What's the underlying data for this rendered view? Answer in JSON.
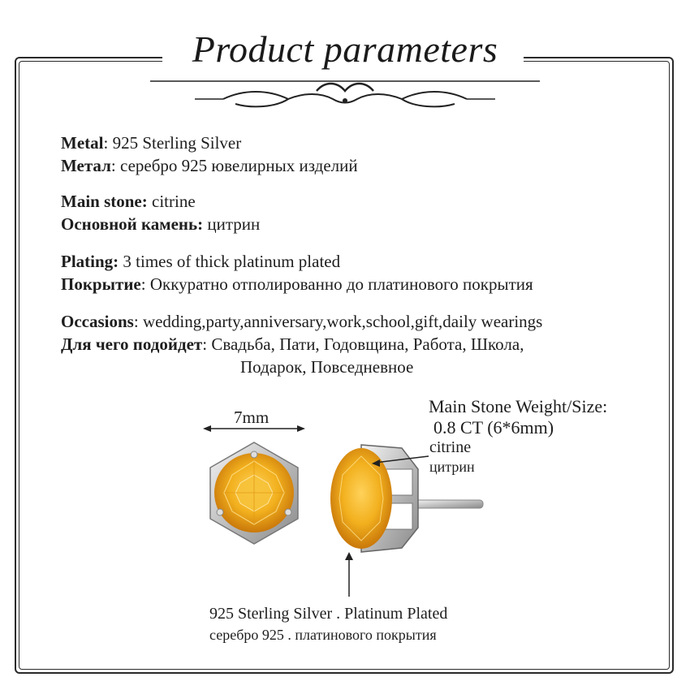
{
  "title": "Product parameters",
  "specs": [
    {
      "label": "Metal",
      "sep": ": ",
      "value": "925 Sterling Silver"
    },
    {
      "label": "Метал",
      "sep": ": ",
      "value": "серебро 925 ювелирных изделий"
    },
    {
      "label": "Main stone:",
      "sep": " ",
      "value": "citrine"
    },
    {
      "label": "Основной камень:",
      "sep": " ",
      "value": "цитрин"
    },
    {
      "label": "Plating:",
      "sep": "  ",
      "value": "3 times of thick platinum plated"
    },
    {
      "label": "Покрытие",
      "sep": ": ",
      "value": "Оккуратно отполированно до платинового покрытия"
    },
    {
      "label": "Occasions",
      "sep": ": ",
      "value": "wedding,party,anniversary,work,school,gift,daily wearings"
    },
    {
      "label": "Для чего подойдет",
      "sep": ":  ",
      "value": "Свадьба, Пати, Годовщина, Работа, Школа,"
    }
  ],
  "occasions_ru_line2": "Подарок, Повседневное",
  "diagram": {
    "size_label": "7mm",
    "weight_title": "Main Stone Weight/Size:",
    "weight_value": "0.8 CT (6*6mm)",
    "stone_en": "citrine",
    "stone_ru": "цитрин",
    "metal_en": "925 Sterling Silver . Platinum Plated",
    "metal_ru": "серебро 925 . платинового покрытия"
  },
  "colors": {
    "stone": "#f2b01e",
    "stone_dark": "#d48a10",
    "silver": "#c8c8c8",
    "frame": "#2a2a2a"
  }
}
